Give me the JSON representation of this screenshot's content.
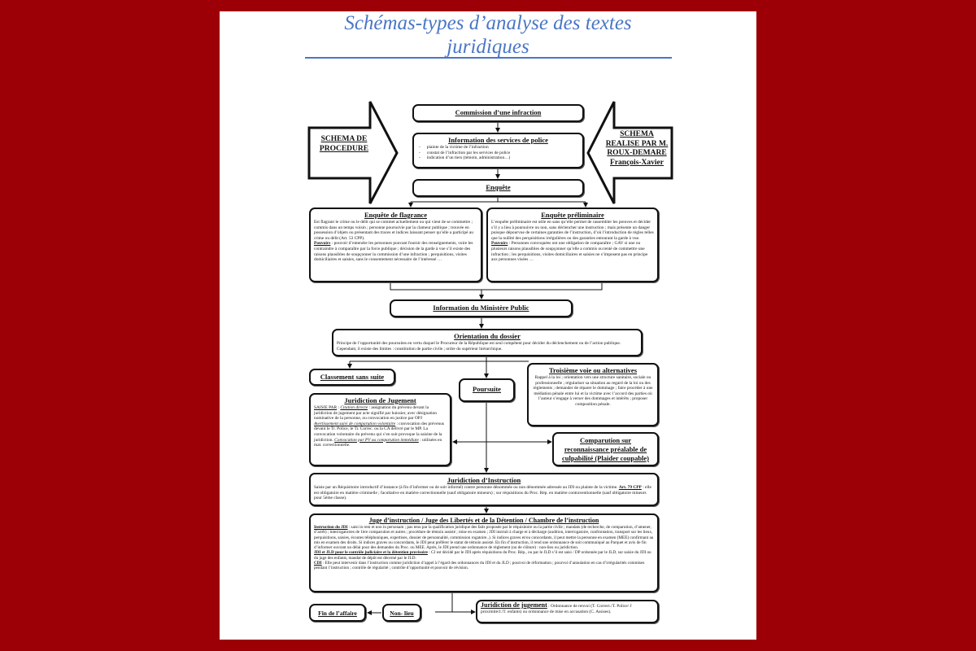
{
  "title": "Schémas-types d’analyse des textes juridiques",
  "left_arrow": "SCHEMA DE PROCEDURE",
  "right_arrow": {
    "l1": "SCHEMA REALISE PAR M. ROUX-DEMARE",
    "l2": "François-Xavier"
  },
  "commission": "Commission d’une infraction",
  "police": {
    "title": "Information des services de police",
    "items": [
      "plainte de la victime de l’infraction",
      "constat de l’infraction par les services de police",
      "indication d’un tiers (témoin, administration…)"
    ]
  },
  "enquete": "Enquête",
  "flagrance": {
    "title": "Enquête de flagrance",
    "text": "Est flagrant le crime ou le délit qui se commet actuellement ou qui vient de se commettre ; commis dans un temps voisin ; personne poursuivie par la clameur publique ; trouvée en possession d’objets ou présentant des traces et indices laissant penser qu’elle a participé au crime ou délit (Art. 53 CPP).",
    "pouvoirs_label": "Pouvoirs",
    "pouvoirs": " : pouvoir d’entendre les personnes pouvant fournir des renseignements, voire les contraindre à comparaître par la force publique ; décision de la garde à vue s’il existe des raisons plausibles de soupçonner la commission d’une infraction ; perquisitions, visites domiciliaires et saisies, sans le consentement nécessaire de l’intéressé …"
  },
  "preliminaire": {
    "title": "Enquête préliminaire",
    "text": "L’enquête préliminaire est utile en sans qu’elle permet de rassembler les preuves et décider s’il y a lieu à poursuivre ou non, sans déclencher une instruction ; mais présente un danger puisque dépourvue de certaines garanties de l’instruction, d’où l’introduction de règles telles que la nullité des perquisitions irrégulières ou des garanties entourant la garde à vue.",
    "pouvoirs_label": "Pouvoirs",
    "pouvoirs": " : Personnes convoquées ont une obligation de comparaître ; GAV si une ou plusieurs raisons plausibles de soupçonner qu’elle a commis ou tenté de commettre une infraction ; les perquisitions, visites domiciliaires et saisies ne s’imposent pas en principe aux personnes visées …"
  },
  "ministere": "Information du Ministère Public",
  "orientation": {
    "title": "Orientation du dossier",
    "text": "Principe de l’opportunité des poursuites en vertu duquel le Procureur de la République est seul compétent pour décider du déclenchement ou de l’action publique. Cependant, il existe des limites : constitution de partie civile ; ordre du supérieur hiérarchique."
  },
  "classement": "Classement sans suite",
  "poursuite": "Poursuite",
  "troisieme": {
    "title": "Troisième voie ou alternatives",
    "text": "Rappel à la loi ; orientation vers une structure sanitaire, sociale ou professionnelle ; régulariser sa situation au regard de la loi ou des règlements ; demander de réparer le dommage ; faire procéder à une médiation pénale entre lui et la victime avec l’accord des parties où l’auteur s’engage à verser des dommages et intérêts ; proposer composition pénale."
  },
  "jugement": {
    "title": "Juridiction de Jugement",
    "saisie": "SAISIE PAR",
    "cd": "Citation directe",
    "t1": " : assignation du prévenu devant la juridiction de jugement par acte signifié par huissier, avec désignation nominative de la personne, ou convocation en justice par OPJ",
    "avert": "Avertissement suivi de comparution volontaire",
    "t2": " : convocation des prévenus devant le Tr. Police, le Tr. Correc. ou la CA délivré par le MP. La convocation volontaire du prévenu qui s’en suit provoque la saisine de la juridiction.",
    "cpv": "Convocation par PV ou comparution immédiate",
    "t3": " : utilisées en mat. correctionnelle."
  },
  "comparution": "Comparution sur reconnaissance préalable de culpabilité (Plaider coupable)",
  "instruction": {
    "title": "Juridiction d’Instruction",
    "t1": "Saisie par un Réquisitoire introductif d’instance (à fin d’informer ou de soit informé) contre personne dénommée ou non dénommée adressée au JDI ou plainte de la victime.",
    "art": "Art. 79 CPP",
    "t2": " : elle est obligatoire en matière criminelle ; facultative en matière correctionnelle (sauf obligatoire mineurs) ; sur réquisitions du Proc. Rép. en matière contraventionnelle (sauf obligatoire mineurs pour 5ème classe)."
  },
  "juge": {
    "title": "Juge d’instruction / Juge des Libertés et de la Détention / Chambre de l’instruction",
    "l1": "Instruction du JDI",
    "t1": " : saisi in rem et non in personam ; pas tenu par la qualification juridique des faits proposée par le réquisitoire ou la partie civile ; mandats (de recherche, de comparution, d’amener, d’arrêt) ; interrogatoires de 1ère comparution et autres ; procédure de témoin assisté ; mise en examen ; JDI instruit à charge et à décharge (audition, interrogatoire, confrontation, transport sur les lieux, perquisitions, saisies, écoutes téléphoniques, expertises, dossier de personnalité, commission rogatoire..). Si indices graves et/ou concordants, il peut mettre la personne en examen (MEE) confirmant au mis en examen des droits. Si indices graves ou concordants, le JDI peut préférer le statut de témoin assisté. En fin d’instruction, il rend une ordonnance de soit communiqué au Parquet et avis de fin d’informer ouvrant un délai pour des demandes du Proc. ou MEE. Après, le JDI prend une ordonnance de règlement (ou de clôture) : non-lieu ou juridiction.",
    "l2": "JDI et JLD pour le contrôle judiciaire et la détention provisoire",
    "t2": " : CJ est décidé par le JDI après réquisitions du Proc. Rép., ou par le JLD s’il est saisi / DP ordonnée par le JLD, sur saisie du JDI ou du juge des enfants, mandat de dépôt est décerné par le JLD.",
    "l3": "CDI",
    "t3": " : Elle peut intervenir dans l’instruction comme juridiction d’appel à l’égard des ordonnances du JDI et du JLD ; pourvoi de réformation ; pourvoi d’annulation en cas d’irrégularités commises pendant l’instruction ; contrôle de régularité ; contrôle d’opportunité et pouvoir de révision."
  },
  "fin": "Fin de l’affaire",
  "nonlieu": "Non- lieu",
  "jug_bas": {
    "title": "Juridiction de jugement",
    "text": " : Ordonnance de renvoi (T. Correct./T. Police/ J proximité/J./T. enfants) ou ordonnance de mise en accusation (C. Assises)."
  },
  "colors": {
    "background": "#9c0006",
    "title": "#4a76c6"
  }
}
